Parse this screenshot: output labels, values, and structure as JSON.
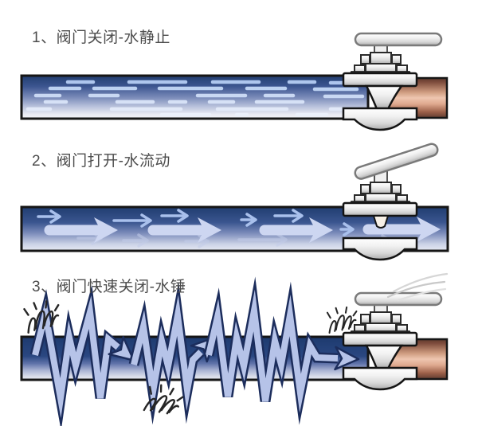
{
  "diagram": {
    "background": "#ffffff",
    "steps": [
      {
        "id": "1",
        "label": "1、阀门关闭-水静止"
      },
      {
        "id": "2",
        "label": "2、阀门打开-水流动"
      },
      {
        "id": "3",
        "label": "3、阀门快速关闭-水锤"
      }
    ],
    "colors": {
      "title_text": "#4c4c4c",
      "pipe_border": "#161616",
      "water_dark": "#1d3a6e",
      "water_light": "#e9ebf4",
      "streak_blue": "#bcd1f1",
      "flow_arrow_big": "#cdd6f1",
      "flow_arrow_thin": "#a9c0ec",
      "shock_arrow_fill": "#b6c3e8",
      "shock_arrow_outline": "#1c2d5c",
      "copper_pipe": "#d8a188",
      "valve_metal": "#e6e6e6",
      "vibration_mark": "#262626"
    }
  }
}
